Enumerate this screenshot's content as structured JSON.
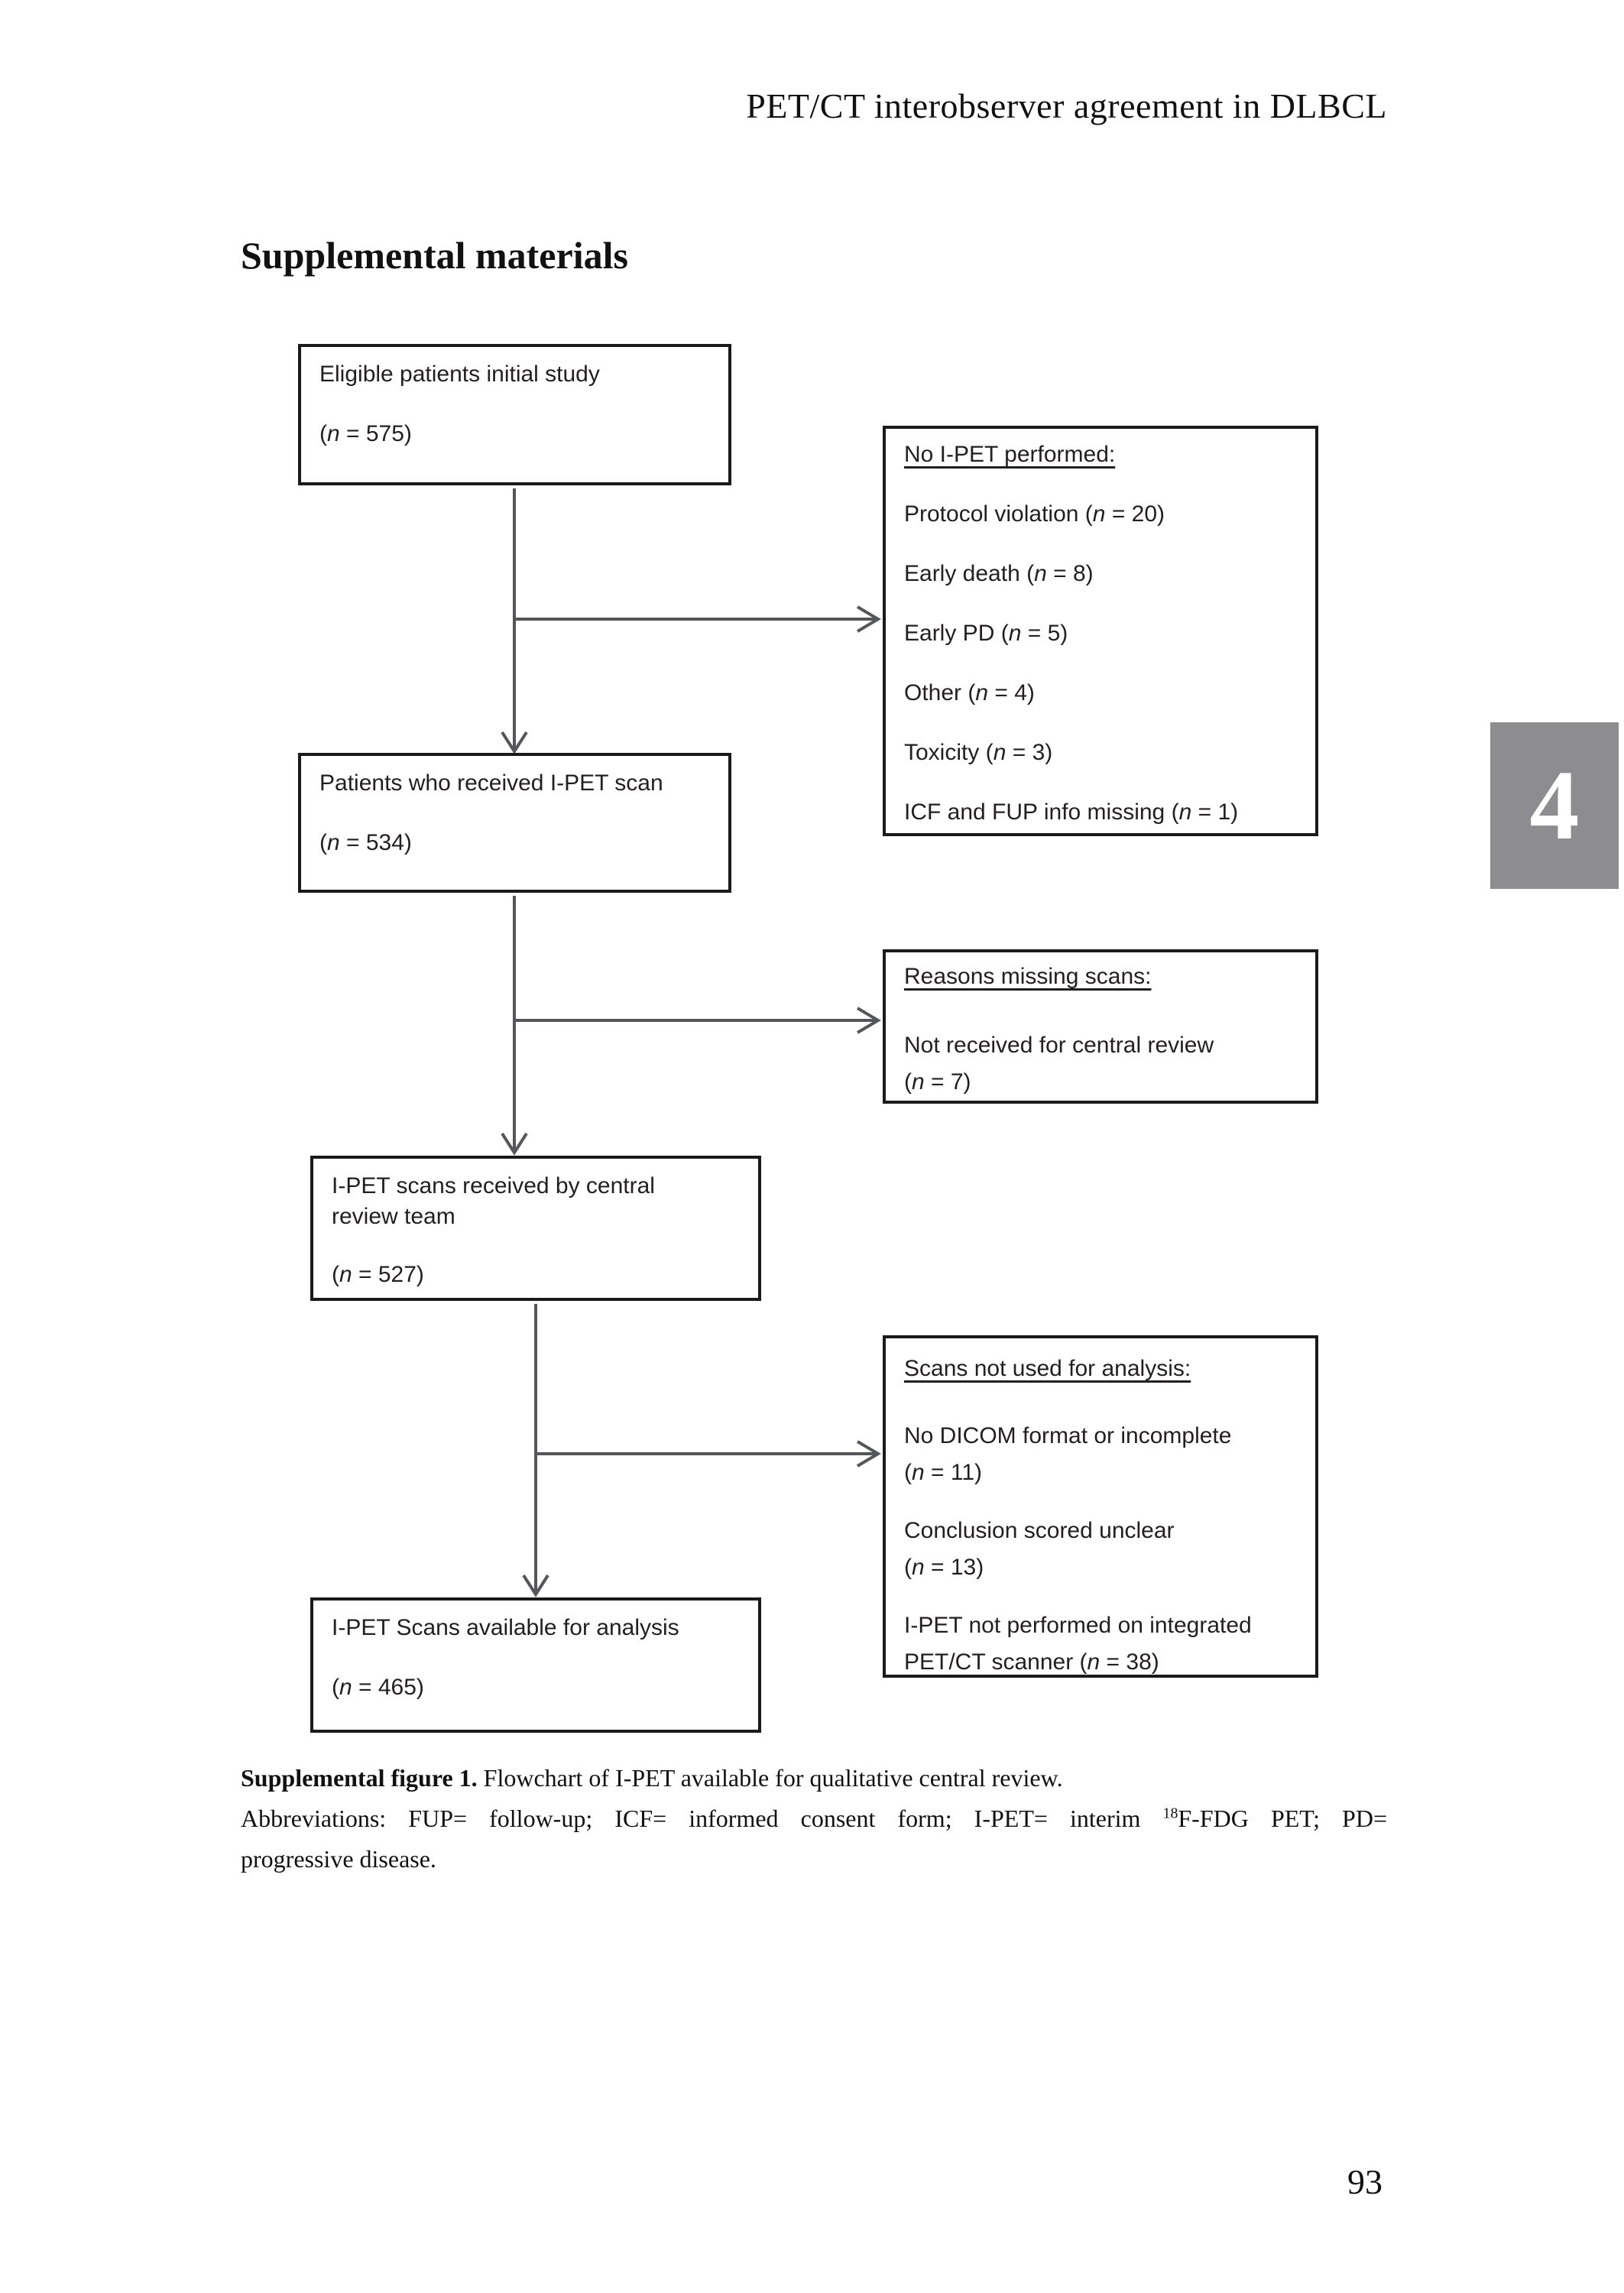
{
  "page": {
    "running_header": "PET/CT interobserver agreement in DLBCL",
    "section_title": "Supplemental materials",
    "chapter_tab": "4",
    "page_number": "93"
  },
  "colors": {
    "chapter_tab_bg": "#8d8d8f",
    "arrow": "#55565a",
    "box_border": "#1a1a1a",
    "text": "#231f20"
  },
  "flowchart": {
    "main_boxes": [
      {
        "label": "Eligible patients initial study",
        "count": "(<i>n</i> = 575)"
      },
      {
        "label": "Patients who received I-PET scan",
        "count": "(<i>n</i> = 534)"
      },
      {
        "label": "I-PET scans received by central review team",
        "count": "(<i>n</i> = 527)"
      },
      {
        "label": "I-PET Scans available for analysis",
        "count": "(<i>n</i> = 465)"
      }
    ],
    "side_boxes": [
      {
        "title": "No I-PET performed:",
        "items": [
          "Protocol violation (<i>n</i> = 20)",
          "Early death (<i>n</i> = 8)",
          "Early PD (<i>n</i> = 5)",
          "Other (<i>n</i> = 4)",
          "Toxicity (<i>n</i> = 3)",
          "ICF and FUP info missing (<i>n</i> = 1)"
        ]
      },
      {
        "title": "Reasons missing scans:",
        "items": [
          "Not received for central review<br>(<i>n</i> = 7)"
        ]
      },
      {
        "title": "Scans not used for analysis:",
        "items": [
          "No DICOM format or incomplete<br>(<i>n</i> = 11)",
          "Conclusion scored unclear<br>(<i>n</i> = 13)",
          "I-PET not performed on integrated<br>PET/CT scanner (<i>n</i> = 38)"
        ]
      }
    ]
  },
  "caption": {
    "figure_label": "Supplemental figure 1.",
    "figure_text": " Flowchart of I-PET available for qualitative central review.",
    "abbreviations_line1": "Abbreviations: FUP= follow-up; ICF= informed consent form; I-PET= interim <sup>18</sup>F-FDG PET; PD=",
    "abbreviations_line2": "progressive disease."
  }
}
